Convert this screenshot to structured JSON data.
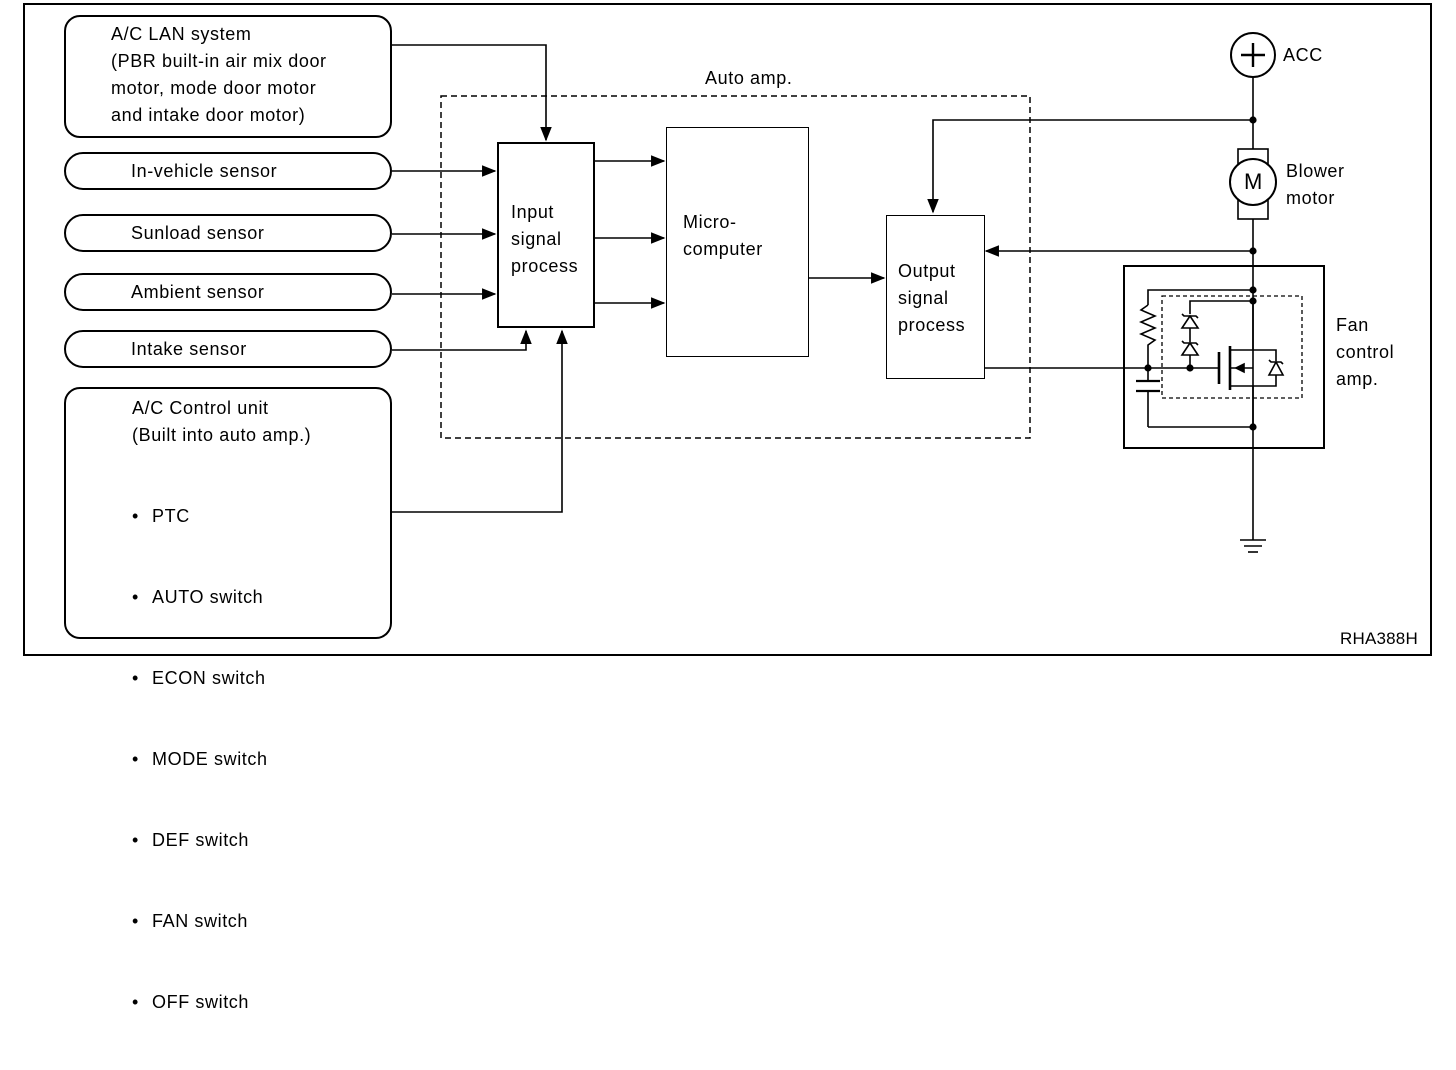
{
  "figure_code": "RHA388H",
  "inputs": {
    "lan": [
      "A/C LAN system",
      "(PBR built-in air mix door",
      "motor, mode door motor",
      "and intake door motor)"
    ],
    "sensors": [
      "In-vehicle sensor",
      "Sunload sensor",
      "Ambient sensor",
      "Intake sensor"
    ],
    "control_unit": {
      "title": "A/C Control unit",
      "subtitle": "(Built into auto amp.)",
      "items": [
        "PTC",
        "AUTO switch",
        "ECON switch",
        "MODE switch",
        "DEF switch",
        "FAN switch",
        "OFF switch"
      ]
    }
  },
  "auto_amp": {
    "label": "Auto amp.",
    "input_block": [
      "Input",
      "signal",
      "process"
    ],
    "micro_block": [
      "Micro-",
      "computer"
    ],
    "output_block": [
      "Output",
      "signal",
      "process"
    ]
  },
  "power": {
    "acc_label": "ACC",
    "motor_symbol": "M",
    "blower_label": [
      "Blower",
      "motor"
    ],
    "fan_label": [
      "Fan",
      "control",
      "amp."
    ]
  },
  "icons": [
    "plus-terminal-icon",
    "motor-icon",
    "ground-icon",
    "resistor-icon",
    "capacitor-icon",
    "zener-diode-icon",
    "mosfet-icon"
  ]
}
